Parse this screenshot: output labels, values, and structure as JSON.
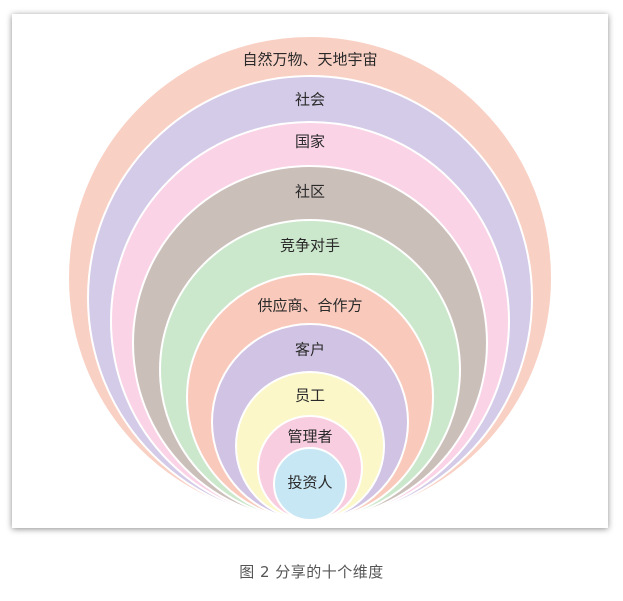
{
  "caption": "图 2   分享的十个维度",
  "rings": [
    {
      "label": "自然万物、天地宇宙",
      "color": "#f9d0c4"
    },
    {
      "label": "社会",
      "color": "#d4cbe8"
    },
    {
      "label": "国家",
      "color": "#fad3e6"
    },
    {
      "label": "社区",
      "color": "#cbbfba"
    },
    {
      "label": "竞争对手",
      "color": "#cce8cc"
    },
    {
      "label": "供应商、合作方",
      "color": "#f9cabc"
    },
    {
      "label": "客户",
      "color": "#d0c3e3"
    },
    {
      "label": "员工",
      "color": "#fbf7c9"
    },
    {
      "label": "管理者",
      "color": "#f9cde0"
    },
    {
      "label": "投资人",
      "color": "#c8e7f4"
    }
  ]
}
